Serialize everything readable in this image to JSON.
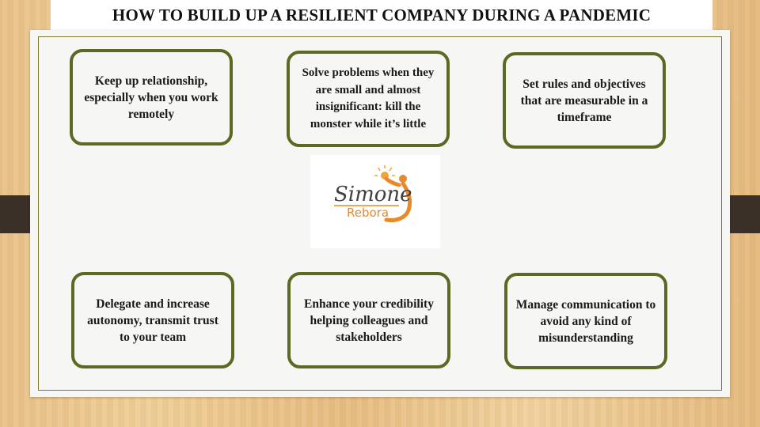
{
  "title": "HOW TO BUILD UP A RESILIENT COMPANY DURING A PANDEMIC",
  "cards": [
    "Keep up relationship, especially when you work remotely",
    "Solve problems when they are small and almost insignificant: kill the monster while it’s little",
    "Set rules and objectives that are measurable in a timeframe",
    "Delegate and increase autonomy, transmit trust to your team",
    "Enhance your credibility helping colleagues and stakeholders",
    "Manage communication to avoid any kind of misunderstanding"
  ],
  "logo": {
    "line1": "Simone",
    "line2": "Rebora"
  },
  "colors": {
    "card_border": "#5b6a22",
    "logo_orange": "#e8892b",
    "logo_dark": "#444444"
  }
}
